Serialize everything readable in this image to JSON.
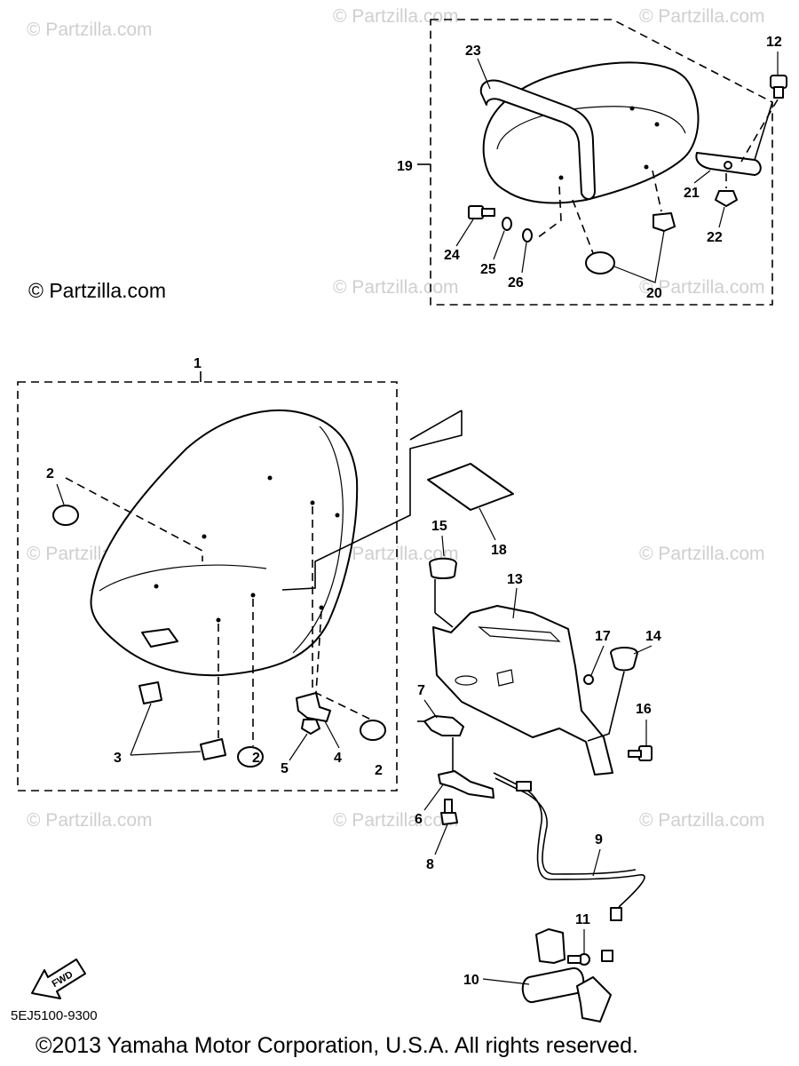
{
  "watermark": {
    "text": "© Partzilla.com",
    "main_text": "© Partzilla.com"
  },
  "parts": {
    "seat_assembly": {
      "callout": "1"
    },
    "damper_a": {
      "callout": "2"
    },
    "nut_plate": {
      "callout": "3"
    },
    "bracket_4": {
      "callout": "4"
    },
    "nut_5": {
      "callout": "5"
    },
    "hook_6": {
      "callout": "6"
    },
    "bracket_7": {
      "callout": "7"
    },
    "bolt_8": {
      "callout": "8"
    },
    "lock_cable": {
      "callout": "9"
    },
    "seat_lock": {
      "callout": "10"
    },
    "screw_11": {
      "callout": "11"
    },
    "bolt_12": {
      "callout": "12"
    },
    "seat_bracket": {
      "callout": "13"
    },
    "plug_14": {
      "callout": "14"
    },
    "plug_15": {
      "callout": "15"
    },
    "bolt_16": {
      "callout": "16"
    },
    "screw_17": {
      "callout": "17"
    },
    "label_18": {
      "callout": "18"
    },
    "rear_seat_assembly": {
      "callout": "19"
    },
    "damper_20": {
      "callout": "20"
    },
    "stay_21": {
      "callout": "21"
    },
    "nut_22": {
      "callout": "22"
    },
    "grab_rail": {
      "callout": "23"
    },
    "bolt_24": {
      "callout": "24"
    },
    "washer_25": {
      "callout": "25"
    },
    "washer_26": {
      "callout": "26"
    }
  },
  "fwd_label": "FWD",
  "diagram_code": "5EJ5100-9300",
  "copyright": "©2013  Yamaha Motor Corporation, U.S.A. All rights reserved."
}
